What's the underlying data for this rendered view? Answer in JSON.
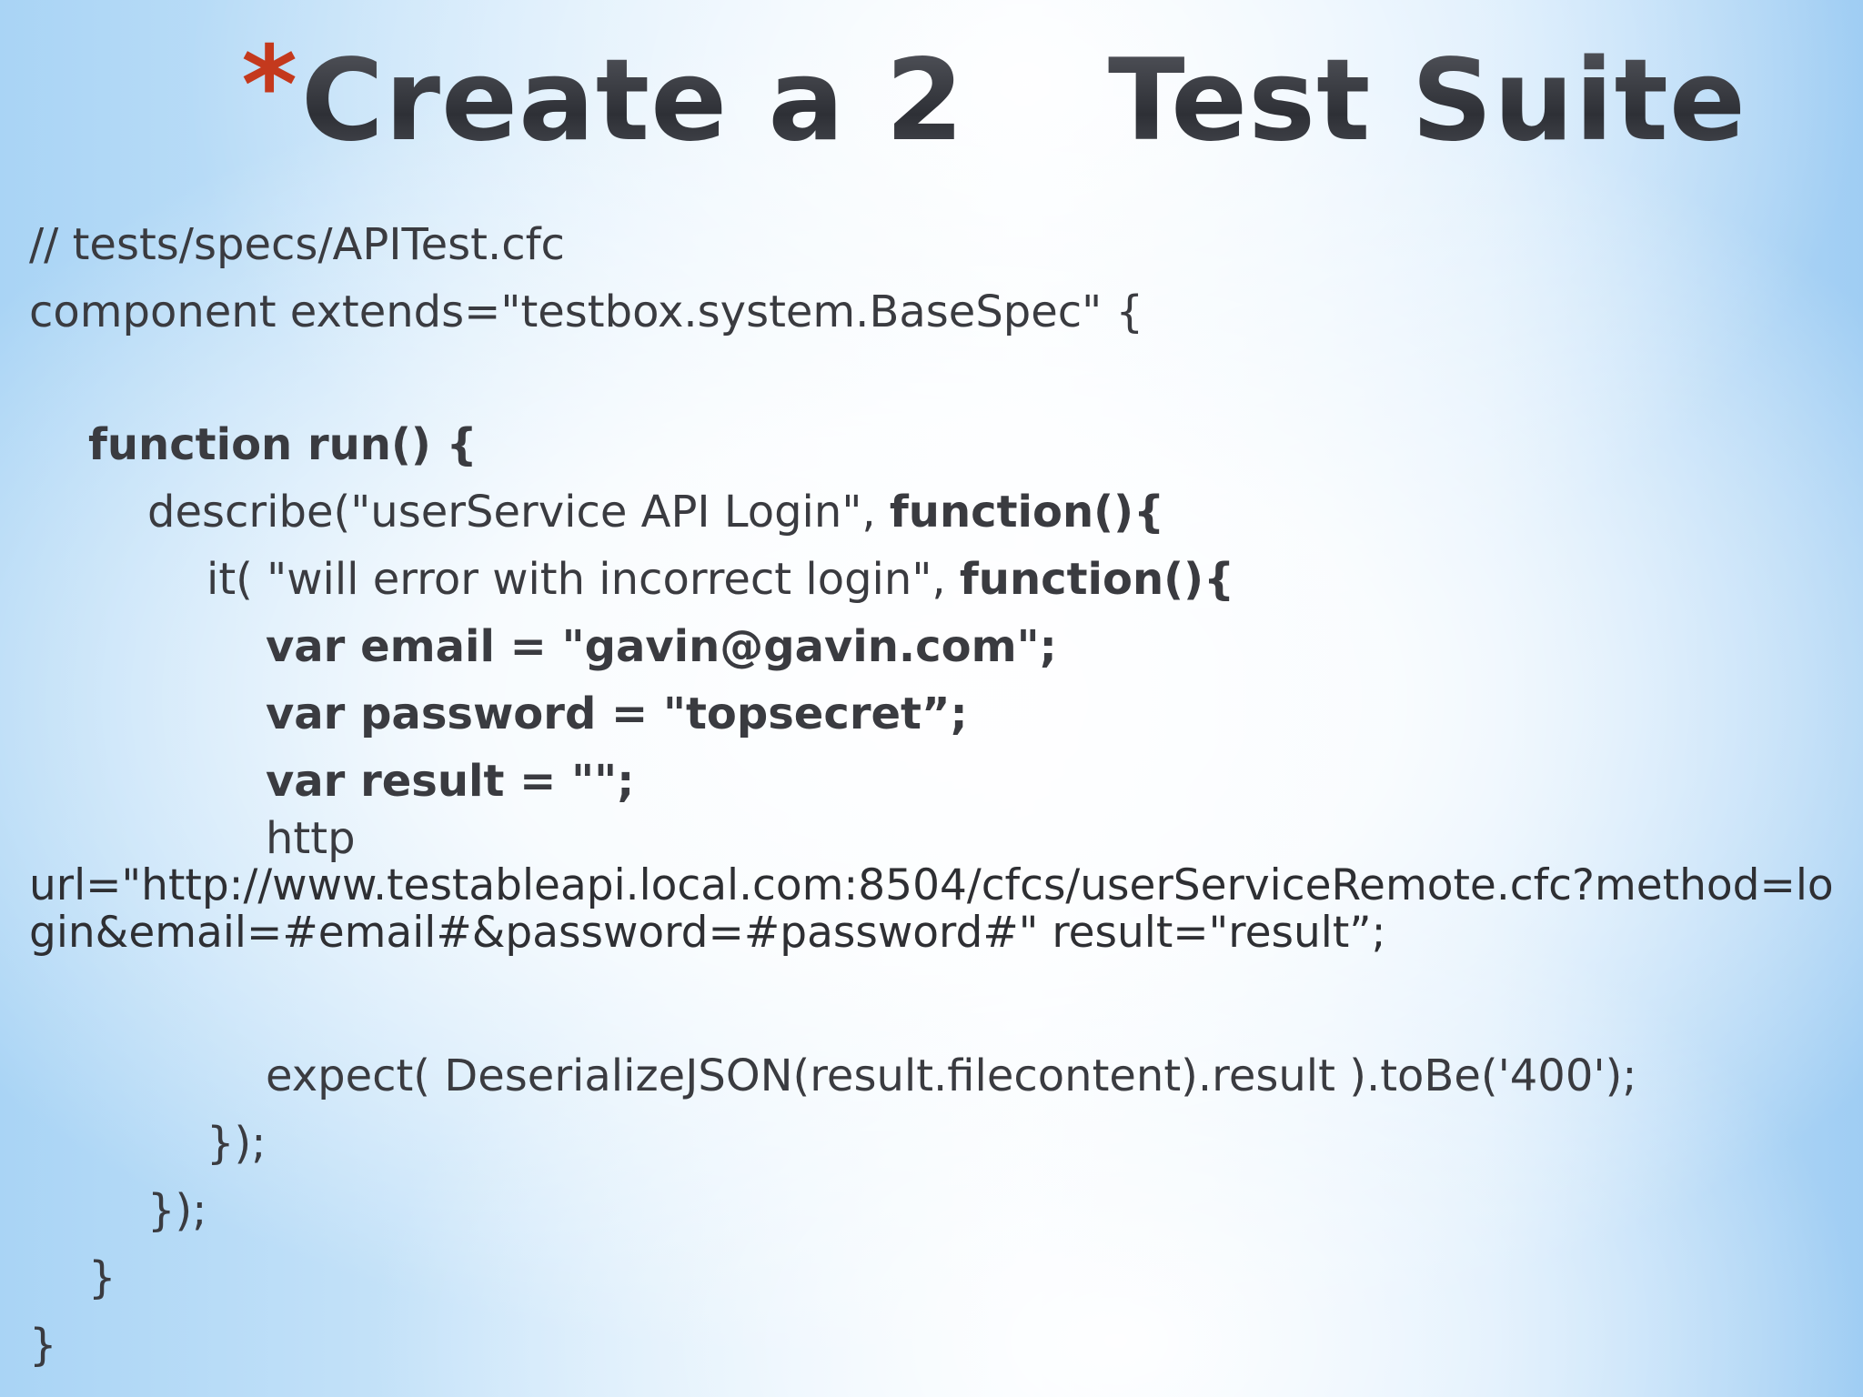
{
  "slide": {
    "title_prefix": "Create a 2",
    "title_sup": "nd",
    "title_suffix": " Test Suite",
    "bullet": "*"
  },
  "code": {
    "l1": "// tests/specs/APITest.cfc",
    "l2": "component extends=\"testbox.system.BaseSpec\" {",
    "l3": "function run() {",
    "l4a": "describe(\"userService API Login\", ",
    "l4b": "function(){",
    "l5a": "it( \"will error with incorrect login\", ",
    "l5b": "function(){",
    "l6": "var email = \"gavin@gavin.com\";",
    "l7": "var password = \"topsecret”;",
    "l8": "var result = \"\";",
    "l9": "http",
    "l10": "url=\"http://www.testableapi.local.com:8504/cfcs/userServiceRemote.cfc?method=login&email=#email#&password=#password#\" result=\"result”;",
    "l11": "expect( DeserializeJSON(result.filecontent).result ).toBe('400');",
    "l12": "});",
    "l13": "});",
    "l14": "}",
    "l15": "}"
  },
  "colors": {
    "asterisk": "#c4391d",
    "title": "#3d4048",
    "text": "#3a3b40"
  }
}
